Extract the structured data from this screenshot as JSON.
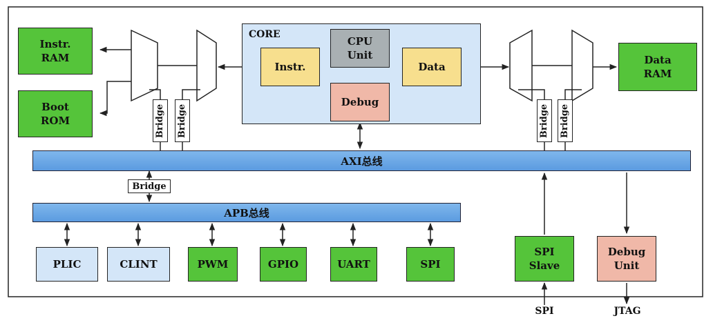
{
  "memories": {
    "instr_ram": "Instr.\nRAM",
    "boot_rom": "Boot\nROM",
    "data_ram": "Data\nRAM"
  },
  "core": {
    "title": "CORE",
    "cpu_unit": "CPU\nUnit",
    "instr": "Instr.",
    "data": "Data",
    "debug": "Debug"
  },
  "bridges": {
    "label": "Bridge"
  },
  "buses": {
    "axi": "AXI总线",
    "apb": "APB总线"
  },
  "peripherals": [
    {
      "label": "PLIC",
      "color": "#d4e6f8"
    },
    {
      "label": "CLINT",
      "color": "#d4e6f8"
    },
    {
      "label": "PWM",
      "color": "#55c43a"
    },
    {
      "label": "GPIO",
      "color": "#55c43a"
    },
    {
      "label": "UART",
      "color": "#55c43a"
    },
    {
      "label": "SPI",
      "color": "#55c43a"
    }
  ],
  "spi_slave": "SPI\nSlave",
  "debug_unit": "Debug\nUnit",
  "external": {
    "spi": "SPI",
    "jtag": "JTAG"
  },
  "colors": {
    "green": "#55c43a",
    "light_blue": "#d4e6f8",
    "yellow": "#f7df8e",
    "gray": "#a9b0b3",
    "pink": "#f0b8a8",
    "bus_blue": "#6ea9e6"
  }
}
